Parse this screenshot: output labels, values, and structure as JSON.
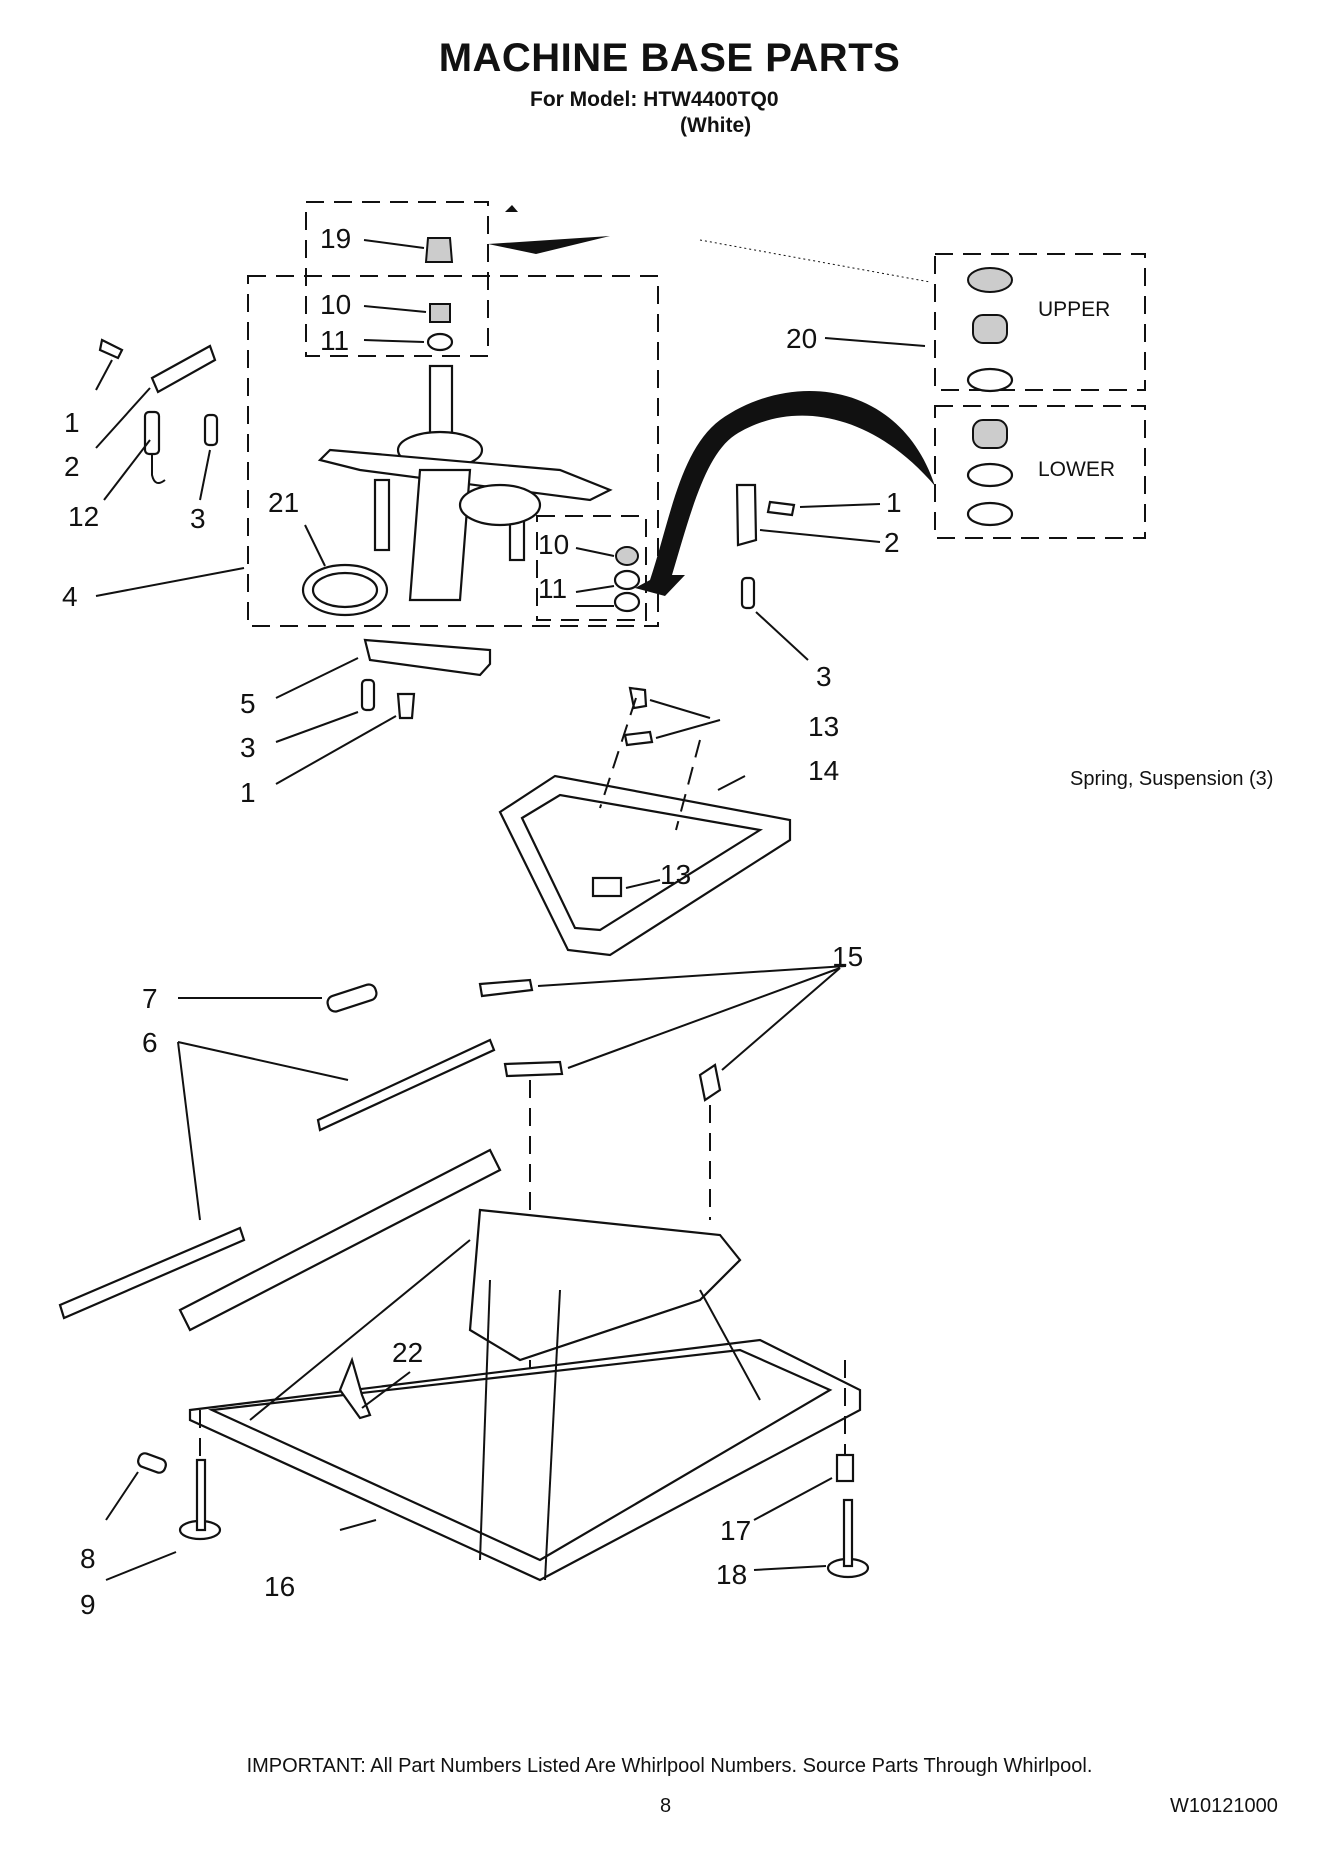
{
  "header": {
    "title": "MACHINE BASE PARTS",
    "model": "For Model: HTW4400TQ0",
    "color": "(White)"
  },
  "legend_note": "Spring, Suspension (3)",
  "inset": {
    "upper_label": "UPPER",
    "lower_label": "LOWER"
  },
  "callouts": {
    "c1a": "1",
    "c2a": "2",
    "c12": "12",
    "c3a": "3",
    "c21": "21",
    "c4": "4",
    "c5": "5",
    "c3b": "3",
    "c1b": "1",
    "c19": "19",
    "c10a": "10",
    "c11a": "11",
    "c10b": "10",
    "c11b": "11",
    "c20": "20",
    "c1c": "1",
    "c2c": "2",
    "c3c": "3",
    "c13a": "13",
    "c14": "14",
    "c13b": "13",
    "c15": "15",
    "c7": "7",
    "c6": "6",
    "c22": "22",
    "c8": "8",
    "c9": "9",
    "c16": "16",
    "c17": "17",
    "c18": "18"
  },
  "footer": {
    "important": "IMPORTANT: All Part Numbers Listed Are Whirlpool Numbers. Source Parts Through Whirlpool.",
    "page": "8",
    "doc_number": "W10121000"
  }
}
